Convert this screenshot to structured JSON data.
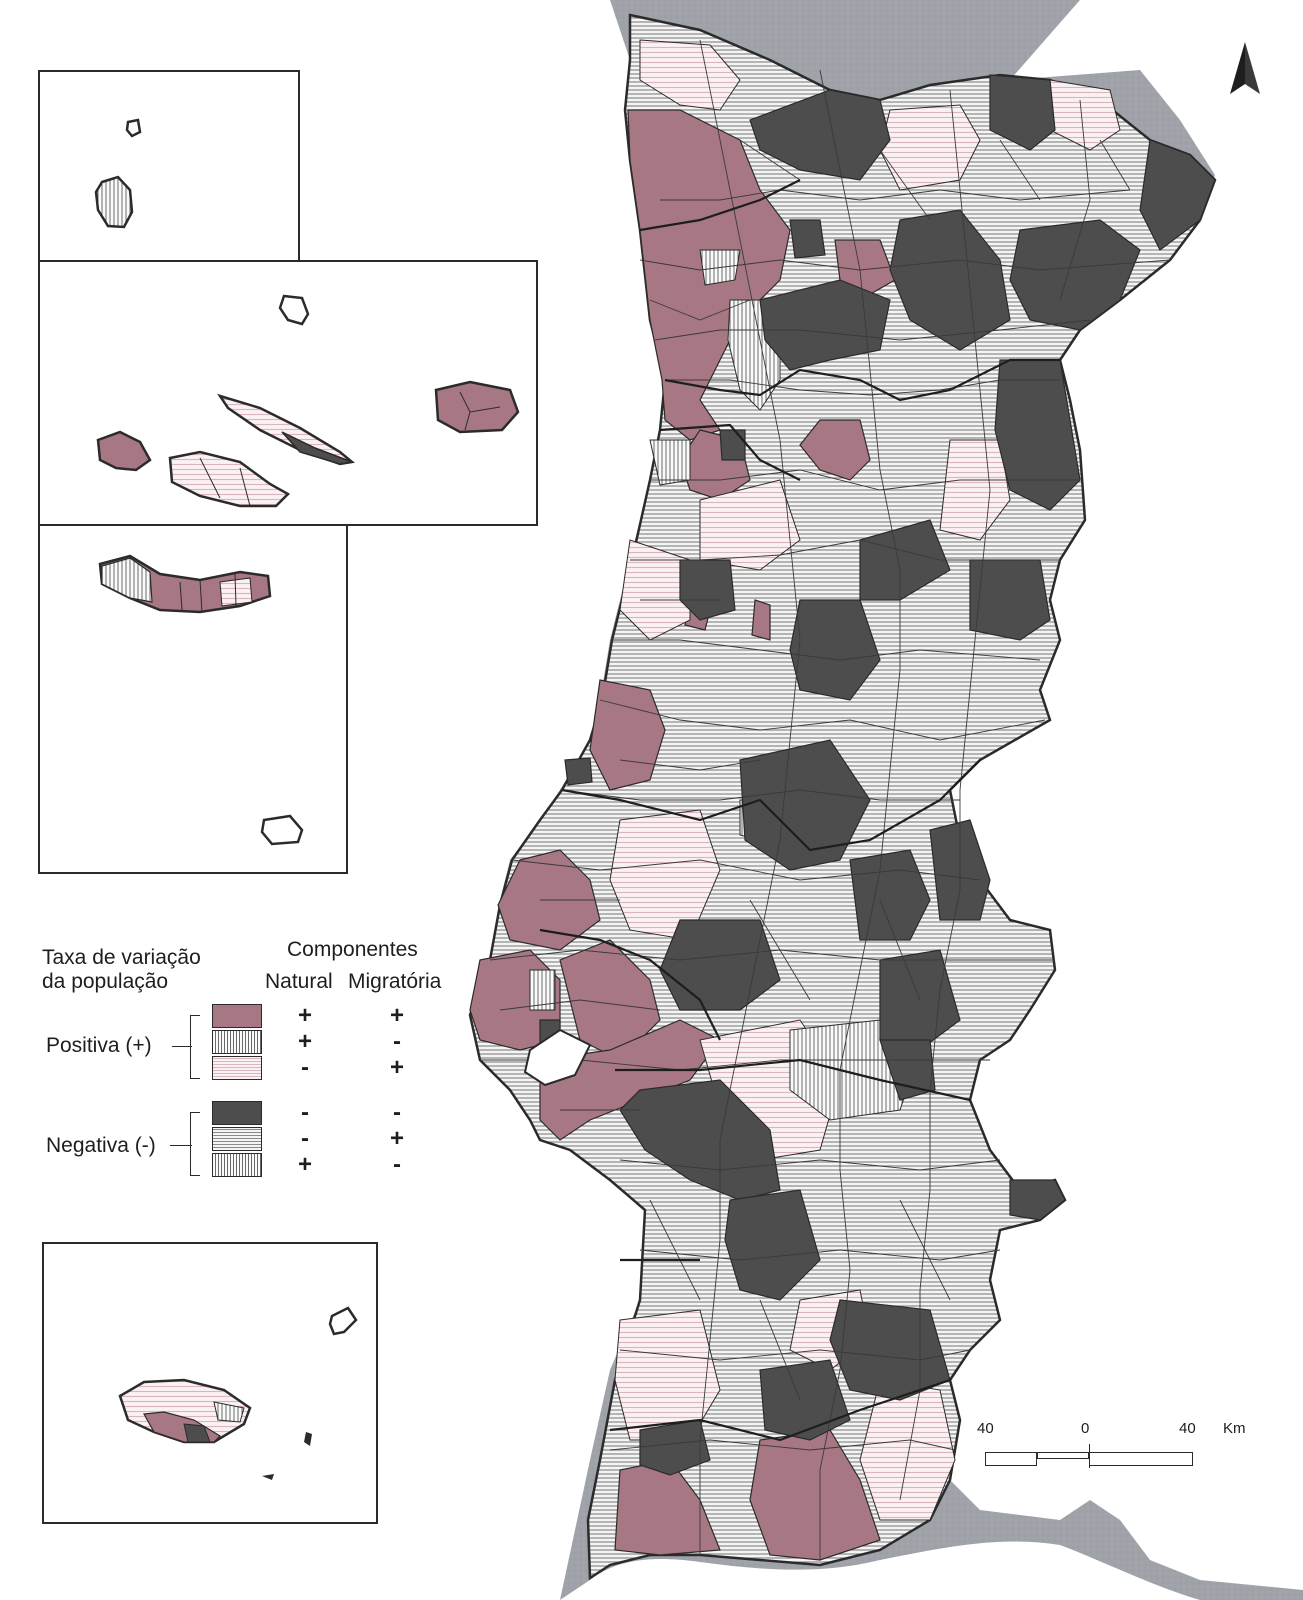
{
  "legend": {
    "title_line1": "Taxa de variação",
    "title_line2": "da população",
    "components_header": "Componentes",
    "natural_header": "Natural",
    "migratory_header": "Migratória",
    "positive_label": "Positiva (+)",
    "negative_label": "Negativa (-)",
    "classes": [
      {
        "fill": "solid-rose",
        "natural": "+",
        "migratory": "+"
      },
      {
        "fill": "vertical-hatch",
        "natural": "+",
        "migratory": "-"
      },
      {
        "fill": "rose-horizontal-hatch",
        "natural": "-",
        "migratory": "+"
      },
      {
        "fill": "solid-dark",
        "natural": "-",
        "migratory": "-"
      },
      {
        "fill": "grey-horizontal-hatch",
        "natural": "-",
        "migratory": "+"
      },
      {
        "fill": "vertical-hatch",
        "natural": "+",
        "migratory": "-"
      }
    ]
  },
  "scale": {
    "labels": [
      "40",
      "0",
      "40"
    ],
    "unit": "Km"
  },
  "north_arrow": {
    "icon": "north-arrow-icon"
  },
  "colors": {
    "positive_both": "#a77883",
    "positive_migratory_hatch": "#efdde0",
    "negative_both": "#4d4d4d",
    "negative_natural_hatch": "#c9c9c9",
    "sea": "#9fa3a9",
    "boundary": "#2b2b2b"
  }
}
